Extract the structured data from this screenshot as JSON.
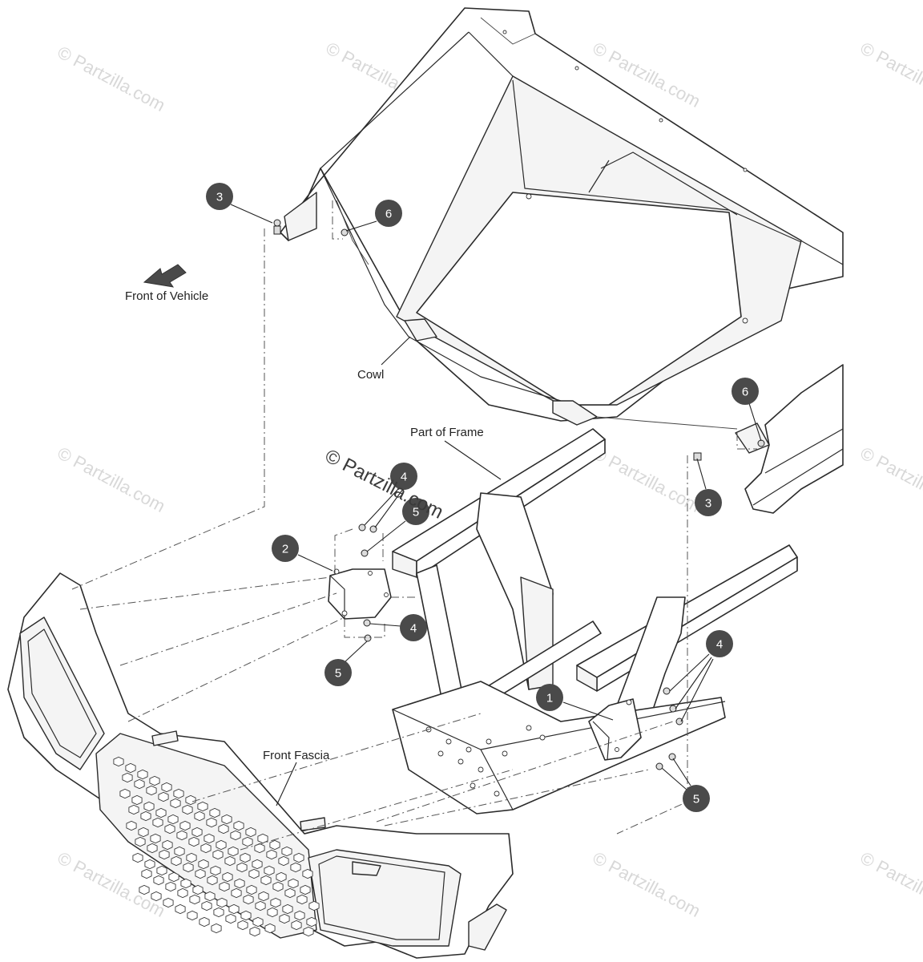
{
  "watermark": "© Partzilla.com",
  "orientation": {
    "label": "Front of Vehicle",
    "icon": "arrow-icon"
  },
  "parts": {
    "cowl": "Cowl",
    "frame": "Part of Frame",
    "fascia": "Front Fascia"
  },
  "callouts": [
    "3",
    "6",
    "6",
    "3",
    "4",
    "5",
    "2",
    "4",
    "5",
    "1",
    "4",
    "5"
  ],
  "colors": {
    "callout_fill": "#4a4a4a",
    "line": "#2b2b2b",
    "watermark": "#d8d8d8"
  }
}
